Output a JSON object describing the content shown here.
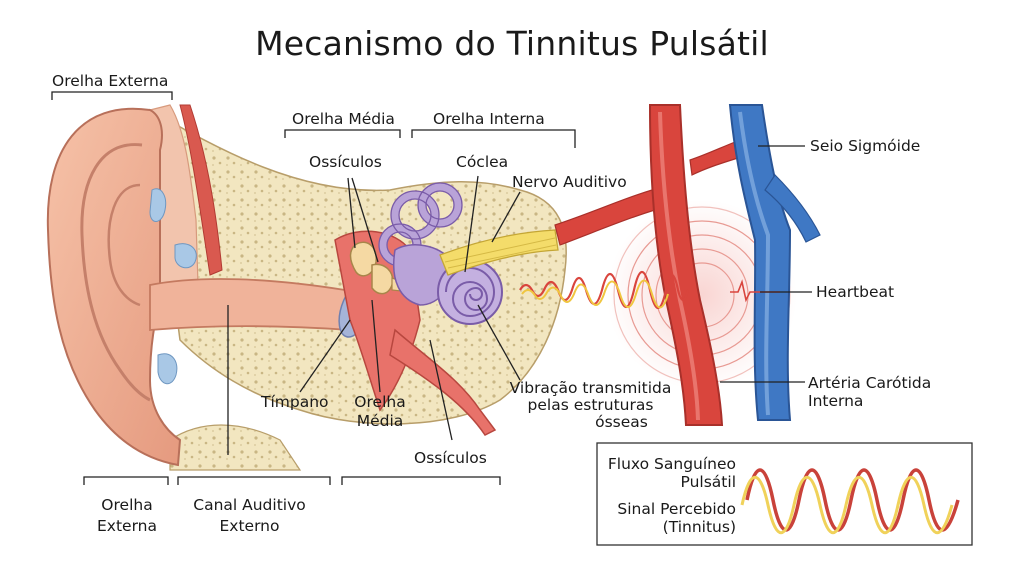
{
  "title": "Mecanismo do Tinnitus Pulsátil",
  "labels": {
    "outer_ear_top": "Orelha Externa",
    "middle_ear_top": "Orelha Média",
    "inner_ear_top": "Orelha Interna",
    "ossicles_top": "Ossículos",
    "cochlea": "Cóclea",
    "auditory_nerve": "Nervo Auditivo",
    "sigmoid_sinus": "Seio Sigmóide",
    "heartbeat": "Heartbeat",
    "carotid_line1": "Artéria Carótida",
    "carotid_line2": "Interna",
    "vibration_line1": "Vibração transmitida",
    "vibration_line2": "pelas estruturas",
    "vibration_line3": "ósseas",
    "eardrum": "Tímpano",
    "middle_ear_line1": "Orelha",
    "middle_ear_line2": "Média",
    "ossicles_bottom": "Ossículos",
    "outer_ear_bottom_line1": "Orelha",
    "outer_ear_bottom_line2": "Externa",
    "canal_line1": "Canal Auditivo",
    "canal_line2": "Externo"
  },
  "legend": {
    "blood_flow_line1": "Fluxo Sanguíneo",
    "blood_flow_line2": "Pulsátil",
    "signal_line1": "Sinal Percebido",
    "signal_line2": "(Tinnitus)"
  },
  "colors": {
    "artery": "#d9453d",
    "vein": "#3f78c4",
    "bone": "#f1e3b8",
    "skin": "#eba88e",
    "cochlea": "#b9a3d8",
    "signal": "#f0d25a",
    "flow": "#c9423a"
  }
}
